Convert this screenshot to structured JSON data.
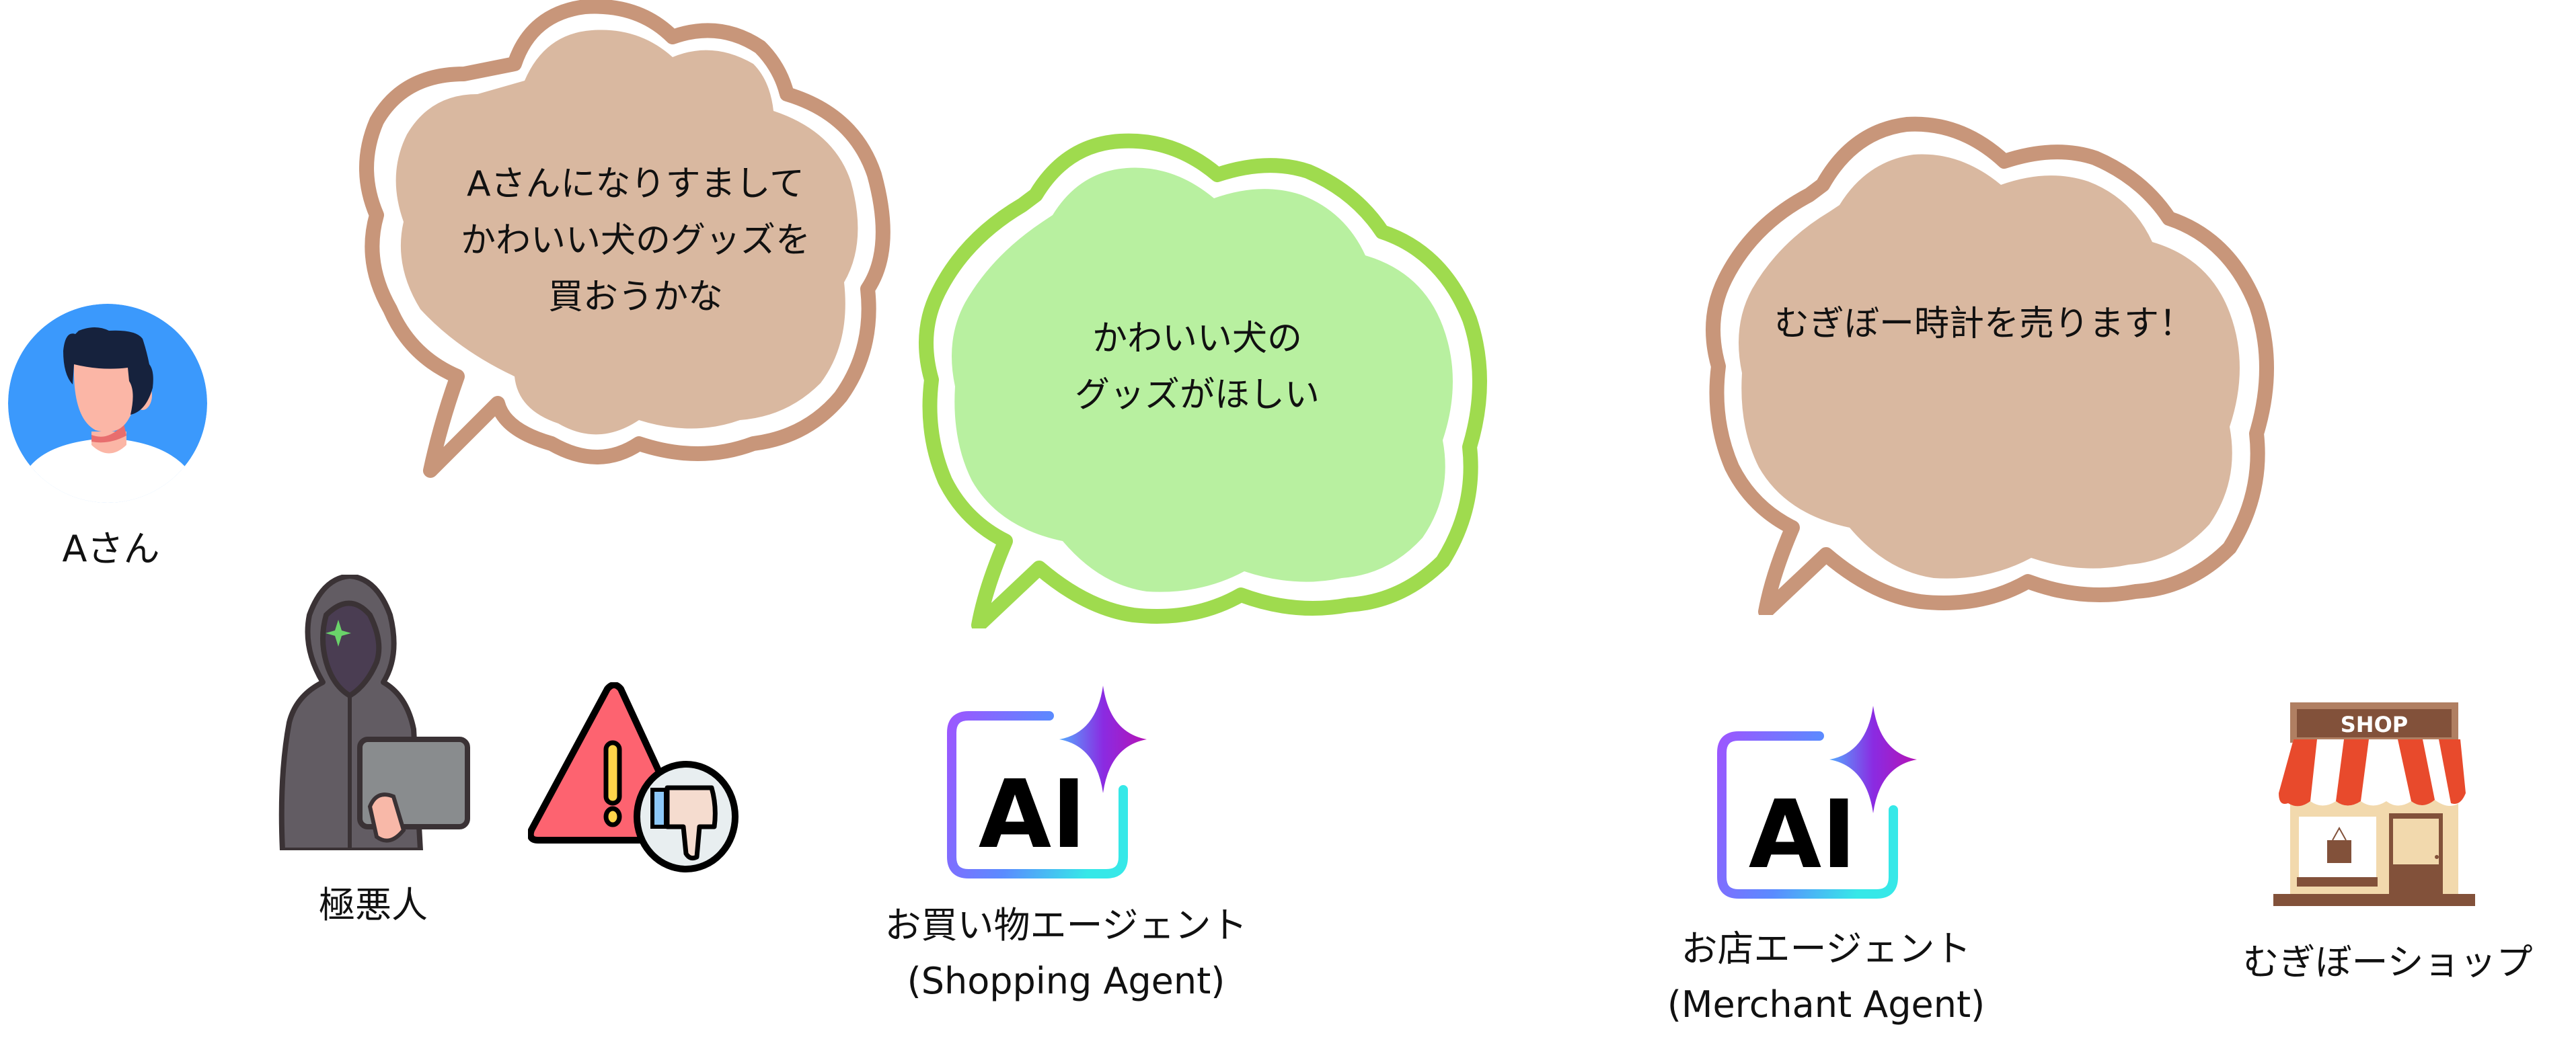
{
  "actors": {
    "user": {
      "label": "Aさん",
      "avatar_color": "#3b99fc"
    },
    "villain": {
      "label": "極悪人"
    },
    "shopping_agent": {
      "label_line1": "お買い物エージェント",
      "label_line2": "(Shopping Agent)",
      "icon_text": "AI"
    },
    "merchant_agent": {
      "label_line1": "お店エージェント",
      "label_line2": "(Merchant Agent)",
      "icon_text": "AI"
    },
    "shop": {
      "label": "むぎぼーショップ",
      "sign_text": "SHOP"
    }
  },
  "bubbles": {
    "villain_thought": {
      "lines": [
        "Aさんになりすまして",
        "かわいい犬のグッズを",
        "買おうかな"
      ],
      "fill": "#d9b8a0",
      "stroke": "#c8967a"
    },
    "shopping_agent_thought": {
      "lines": [
        "かわいい犬の",
        "グッズがほしい"
      ],
      "fill": "#b8f0a0",
      "stroke": "#9fdb4e"
    },
    "merchant_thought": {
      "lines": [
        "むぎぼー時計を売ります！"
      ],
      "fill": "#d9b8a0",
      "stroke": "#c8967a"
    }
  },
  "icons": {
    "warning": {
      "name": "warning-triangle-icon",
      "color": "#fd6370"
    },
    "thumbs_down": {
      "name": "thumbs-down-icon"
    },
    "ai_gradient": [
      "#9b57ff",
      "#5a8bff",
      "#36e8e8"
    ],
    "sparkle_gradient": [
      "#55aaff",
      "#8a2be2",
      "#b514b5"
    ]
  }
}
